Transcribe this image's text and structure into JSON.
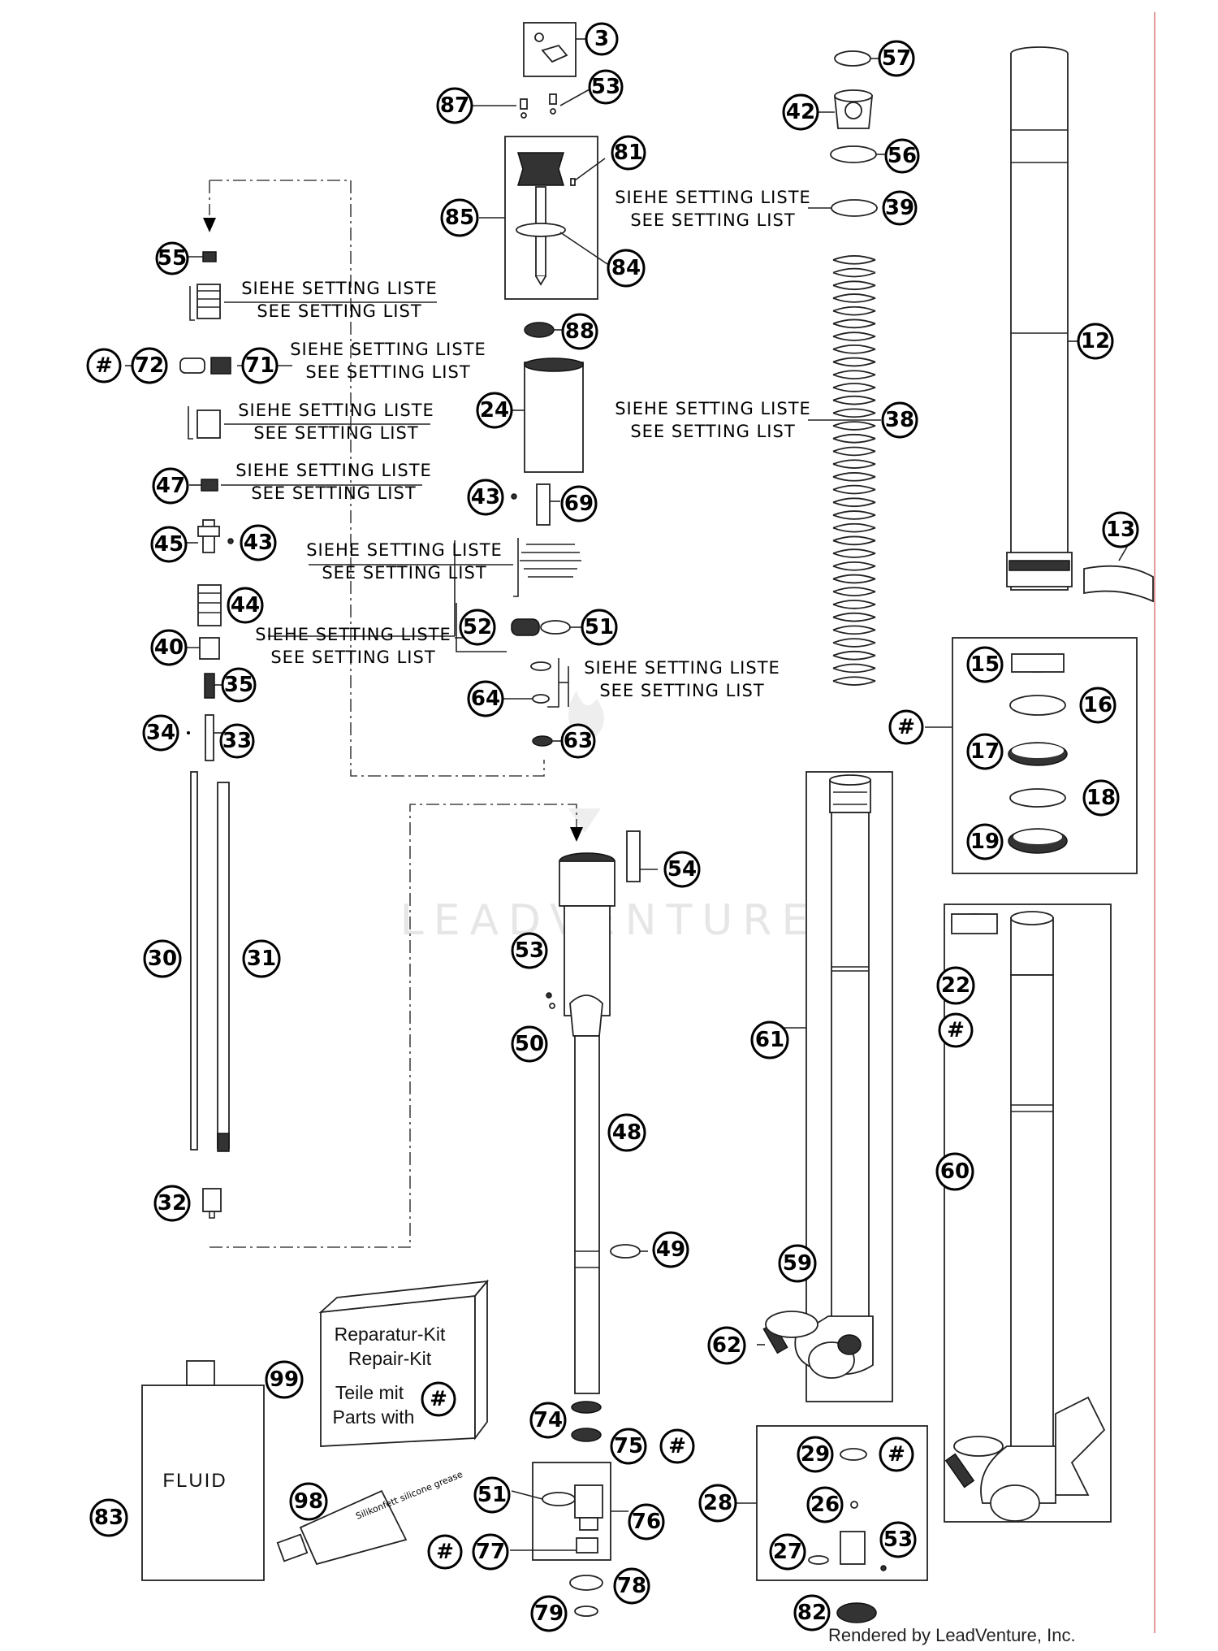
{
  "watermark": "LEADVENTURE",
  "footer": "Rendered by LeadVenture, Inc.",
  "setting_note": {
    "de": "SIEHE SETTING LISTE",
    "en": "SEE SETTING LIST"
  },
  "kit": {
    "line1": "Reparatur-Kit",
    "line2": "Repair-Kit",
    "line3": "Teile mit",
    "line4": "Parts with",
    "mark": "#"
  },
  "fluid_label": "FLUID",
  "grease_label": "Silikonfett silicone grease",
  "callouts": {
    "c3": "3",
    "c87": "87",
    "c53a": "53",
    "c81": "81",
    "c85": "85",
    "c84": "84",
    "c55": "55",
    "cHash72": "#",
    "c72": "72",
    "c71": "71",
    "c88": "88",
    "c24": "24",
    "c47": "47",
    "c43a": "43",
    "c69": "69",
    "c45": "45",
    "c43b": "43",
    "c44": "44",
    "c40": "40",
    "c52": "52",
    "c51a": "51",
    "c35": "35",
    "c64": "64",
    "c34": "34",
    "c33": "33",
    "c63": "63",
    "c57": "57",
    "c42": "42",
    "c56": "56",
    "c39": "39",
    "c38": "38",
    "c12": "12",
    "c13": "13",
    "c15": "15",
    "c16": "16",
    "cHash17": "#",
    "c17": "17",
    "c18": "18",
    "c19": "19",
    "c54": "54",
    "c30": "30",
    "c31": "31",
    "c53b": "53",
    "c50": "50",
    "c61": "61",
    "c22": "22",
    "cHash22": "#",
    "c48": "48",
    "c60": "60",
    "c32": "32",
    "c49": "49",
    "c59": "59",
    "c62": "62",
    "c99": "99",
    "c74": "74",
    "c75": "75",
    "cHash75": "#",
    "c29": "29",
    "cHash29": "#",
    "c28": "28",
    "c83": "83",
    "c98": "98",
    "c51b": "51",
    "c76": "76",
    "c26": "26",
    "cHash77": "#",
    "c77": "77",
    "c27": "27",
    "c53c": "53",
    "c78": "78",
    "c79": "79",
    "c82": "82"
  }
}
